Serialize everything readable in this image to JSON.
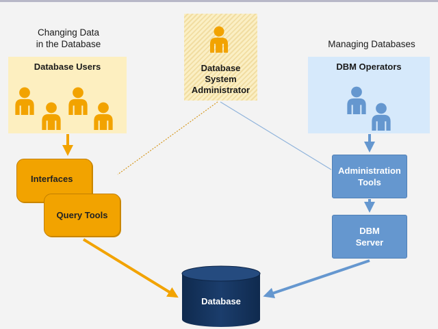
{
  "left_heading": {
    "line1": "Changing Data",
    "line2": "in the Database"
  },
  "right_heading": "Managing Databases",
  "users_panel": {
    "title": "Database Users"
  },
  "admin_panel": {
    "line1": "Database",
    "line2": "System",
    "line3": "Administrator"
  },
  "ops_panel": {
    "title": "DBM Operators"
  },
  "interfaces_box": "Interfaces",
  "query_tools_box": "Query Tools",
  "admin_tools_box": {
    "line1": "Administration",
    "line2": "Tools"
  },
  "dbm_server_box": {
    "line1": "DBM",
    "line2": "Server"
  },
  "database": "Database",
  "colors": {
    "orange": "#f2a300",
    "orange_panel": "#fdefc0",
    "blue": "#6597cf",
    "blue_panel": "#d6e9fb",
    "navy": "#13325c"
  },
  "icons": {
    "user_group": "person-icon",
    "admin": "person-icon",
    "operators": "person-icon",
    "database": "cylinder-icon"
  }
}
